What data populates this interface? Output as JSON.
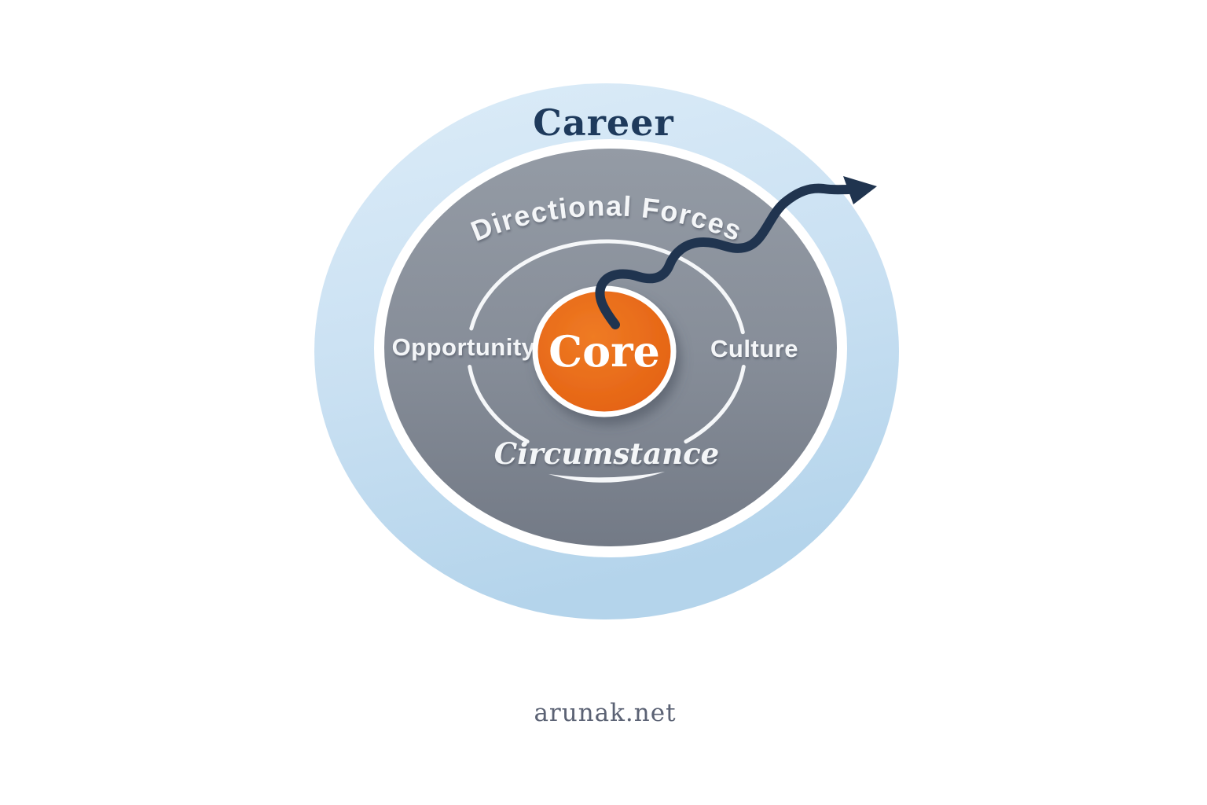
{
  "diagram": {
    "title": "Career",
    "ring_label": "Directional Forces",
    "left_label": "Opportunity",
    "right_label": "Culture",
    "bottom_label": "Circumstance",
    "core_label": "Core",
    "watermark": "arunak.net",
    "colors": {
      "outer_ring_top": "#d9eaf7",
      "outer_ring_bottom": "#b7d6ec",
      "forces_ring_top": "#939aa3",
      "forces_ring_bottom": "#747b87",
      "core_fill": "#e8691b",
      "arrow": "#20344f",
      "title_text": "#1e3a5c",
      "label_text": "#f4f6f8",
      "watermark_text": "#5b6274"
    }
  }
}
